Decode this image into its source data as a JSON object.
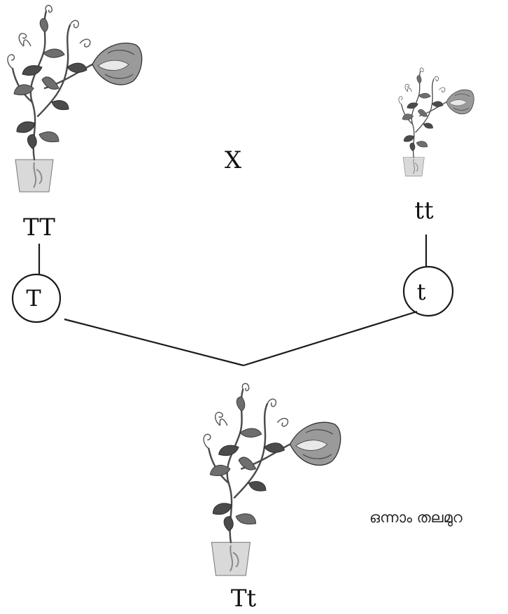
{
  "diagram": {
    "cross_symbol": "X",
    "parents": [
      {
        "genotype": "TT",
        "gamete": "T",
        "plant": "tall-pea-plant"
      },
      {
        "genotype": "tt",
        "gamete": "t",
        "plant": "dwarf-pea-plant"
      }
    ],
    "offspring": {
      "genotype": "Tt",
      "plant": "tall-pea-plant"
    },
    "generation_label": "ഒന്നാം തലമുറ"
  }
}
